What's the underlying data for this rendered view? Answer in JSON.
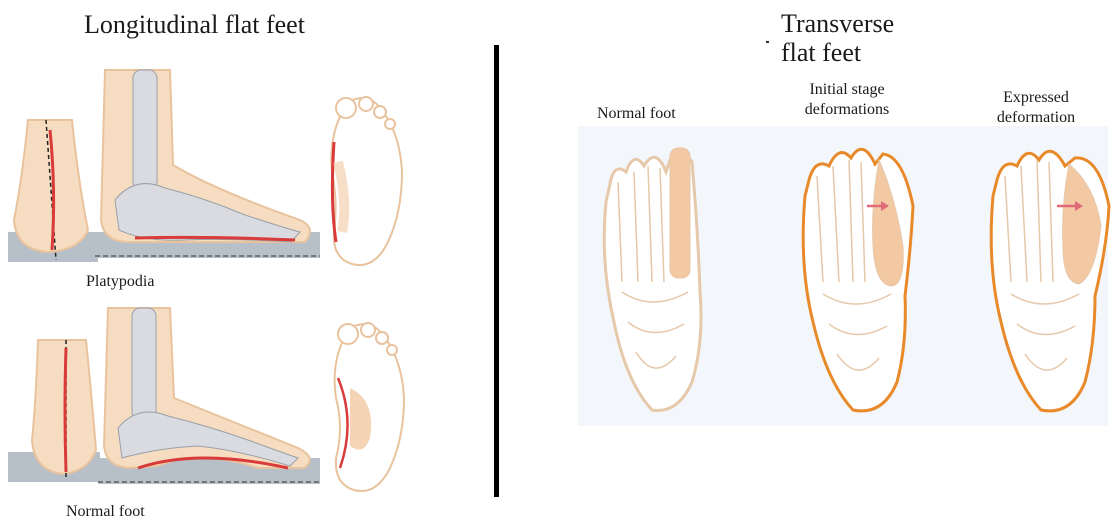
{
  "left": {
    "title": "Longitudinal flat feet",
    "labels": [
      "Platypodia",
      "Normal foot"
    ]
  },
  "right": {
    "title_line1": "Transverse",
    "title_line2": "flat feet",
    "feet": [
      {
        "label_line1": "Normal foot",
        "label_line2": ""
      },
      {
        "label_line1": "Initial stage",
        "label_line2": "deformations"
      },
      {
        "label_line1": "Expressed",
        "label_line2": "deformation"
      }
    ]
  },
  "colors": {
    "skin": "#f6dcc0",
    "skin_dark": "#e8c39e",
    "bone": "#d9dbe0",
    "ground": "#b7bfc8",
    "arch_line": "#d93a3a",
    "outline_normal": "#e6c8aa",
    "outline_deformed": "#e8892a",
    "highlight": "#f2c9a2",
    "arrow": "#e06a7a"
  }
}
